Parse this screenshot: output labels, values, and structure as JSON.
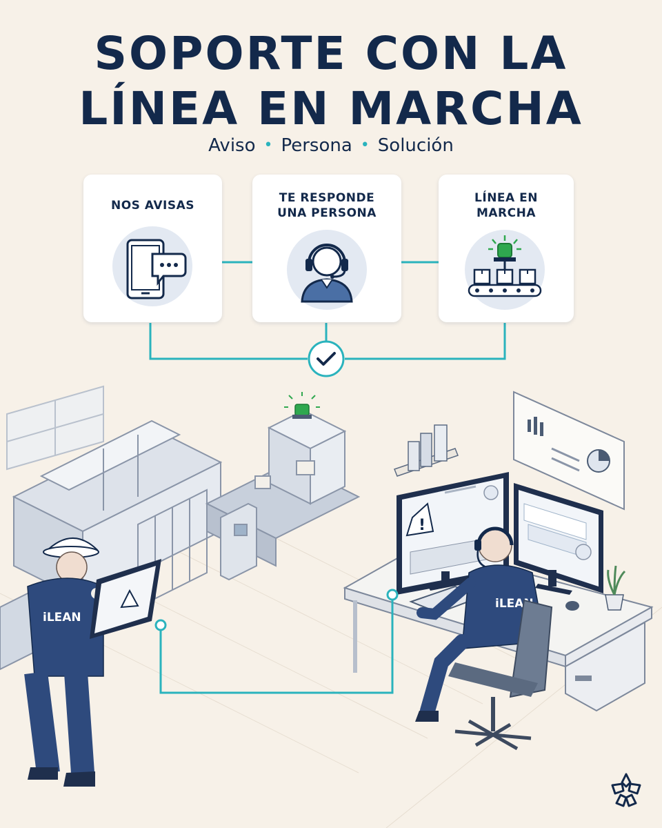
{
  "title": {
    "line1": "SOPORTE CON LA",
    "line2": "LÍNEA EN MARCHA"
  },
  "subtitle": {
    "items": [
      "Aviso",
      "Persona",
      "Solución"
    ],
    "separator": "•"
  },
  "steps": [
    {
      "line1": "NOS AVISAS",
      "line2": "",
      "icon": "phone-chat-icon"
    },
    {
      "line1": "TE RESPONDE",
      "line2": "UNA PERSONA",
      "icon": "headset-operator-icon"
    },
    {
      "line1": "LÍNEA EN",
      "line2": "MARCHA",
      "icon": "conveyor-green-light-icon"
    }
  ],
  "scene": {
    "vest_label_left": "iLEAN",
    "vest_label_right": "iLEAN"
  },
  "colors": {
    "navy": "#13294b",
    "teal": "#2ab3bd",
    "green": "#2fa84f",
    "background": "#f7f1e8",
    "icon_bg": "#e3e9f2",
    "vest_blue": "#2e4a7d"
  }
}
